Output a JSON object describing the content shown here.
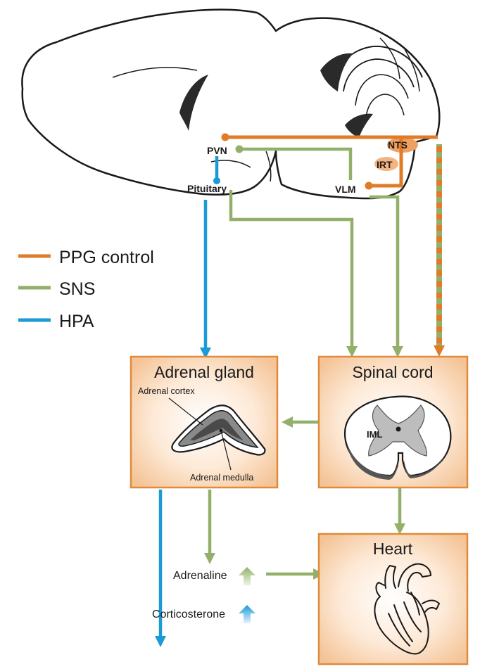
{
  "colors": {
    "ppg": "#e07b28",
    "sns": "#93b06a",
    "hpa": "#1b9ad6",
    "box_edge": "#e08a3c",
    "box_center": "#ffffff",
    "box_outer": "#f6cfa6"
  },
  "legend": {
    "items": [
      {
        "label": "PPG control",
        "color": "#e07b28"
      },
      {
        "label": "SNS",
        "color": "#93b06a"
      },
      {
        "label": "HPA",
        "color": "#1b9ad6"
      }
    ]
  },
  "brain": {
    "nts": "NTS",
    "irt": "IRT",
    "pvn": "PVN",
    "vlm": "VLM",
    "pituitary": "Pituitary"
  },
  "boxes": {
    "adrenal": {
      "title": "Adrenal gland",
      "cortex": "Adrenal cortex",
      "medulla": "Adrenal medulla"
    },
    "spinal": {
      "title": "Spinal cord",
      "iml": "IML"
    },
    "heart": {
      "title": "Heart"
    }
  },
  "outputs": {
    "adrenaline": "Adrenaline",
    "corticosterone": "Corticosterone"
  }
}
